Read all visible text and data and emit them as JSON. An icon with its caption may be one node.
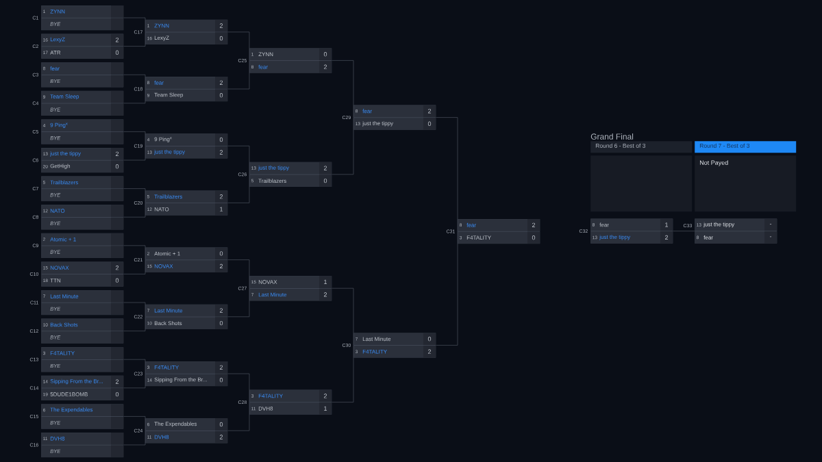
{
  "diagram": {
    "title": "Grand Final",
    "nodes": [
      {
        "text": [],
        "shape": "box",
        "beside": [
          "C1"
        ]
      },
      {
        "text": [
          "1",
          "ZYNN"
        ],
        "in": 0
      },
      {
        "text": [
          "BYE"
        ],
        "in": 0
      },
      {
        "text": [],
        "shape": "box",
        "beside": [
          "C2"
        ]
      },
      {
        "text": [
          "16",
          "LexyZ",
          "2"
        ],
        "in": 3
      },
      {
        "text": [
          "17",
          "ATR",
          "0"
        ],
        "in": 3
      },
      {
        "text": [],
        "shape": "box",
        "beside": [
          "C3"
        ]
      },
      {
        "text": [
          "8",
          "fear"
        ],
        "in": 6
      },
      {
        "text": [
          "BYE"
        ],
        "in": 6
      },
      {
        "text": [],
        "shape": "box",
        "beside": [
          "C4"
        ]
      },
      {
        "text": [
          "9",
          "Team Sleep"
        ],
        "in": 9
      },
      {
        "text": [
          "BYE"
        ],
        "in": 9
      },
      {
        "text": [],
        "shape": "box",
        "beside": [
          "C5"
        ]
      },
      {
        "text": [
          "4",
          "9 Ping$^{x}$"
        ],
        "in": 12
      },
      {
        "text": [
          "BYE"
        ],
        "in": 12
      },
      {
        "text": [],
        "shape": "box",
        "beside": [
          "C6"
        ]
      },
      {
        "text": [
          "13",
          "just the tippy",
          "2"
        ],
        "in": 15
      },
      {
        "text": [
          "20",
          "GetHigh",
          "0"
        ],
        "in": 15
      },
      {
        "text": [],
        "shape": "box",
        "beside": [
          "C7"
        ]
      },
      {
        "text": [
          "5",
          "Trailblazers"
        ],
        "in": 18
      },
      {
        "text": [
          "BYE"
        ],
        "in": 18
      },
      {
        "text": [],
        "shape": "box",
        "beside": [
          "C8"
        ]
      },
      {
        "text": [
          "12",
          "NATO"
        ],
        "in": 21
      },
      {
        "text": [
          "BYE"
        ],
        "in": 21
      },
      {
        "text": [],
        "shape": "box",
        "beside": [
          "C9"
        ]
      },
      {
        "text": [
          "2",
          "Atomic + 1"
        ],
        "in": 24
      },
      {
        "text": [
          "BYE"
        ],
        "in": 24
      },
      {
        "text": [],
        "shape": "box",
        "beside": [
          "C10"
        ]
      },
      {
        "text": [
          "15",
          "NOVAX",
          "2"
        ],
        "in": 27
      },
      {
        "text": [
          "18",
          "TTN",
          "0"
        ],
        "in": 27
      },
      {
        "text": [],
        "shape": "box",
        "beside": [
          "C11"
        ]
      },
      {
        "text": [
          "7",
          "Last Minute"
        ],
        "in": 30
      },
      {
        "text": [
          "BYE"
        ],
        "in": 30
      },
      {
        "text": [],
        "shape": "box",
        "beside": [
          "C12"
        ]
      },
      {
        "text": [
          "10",
          "Back Shots"
        ],
        "in": 33
      },
      {
        "text": [
          "BYE"
        ],
        "in": 33
      },
      {
        "text": [],
        "shape": "box",
        "beside": [
          "C13"
        ]
      },
      {
        "text": [
          "3",
          "F4TALITY"
        ],
        "in": 36
      },
      {
        "text": [
          "BYE"
        ],
        "in": 36
      },
      {
        "text": [],
        "shape": "box",
        "beside": [
          "C14"
        ]
      },
      {
        "text": [
          "14",
          "Sipping From the Br...",
          "2"
        ],
        "in": 39
      },
      {
        "text": [
          "19",
          "5DUDE1BOMB",
          "0"
        ],
        "in": 39
      },
      {
        "text": [],
        "shape": "box",
        "beside": [
          "C15"
        ]
      },
      {
        "text": [
          "6",
          "The Expendables"
        ],
        "in": 42
      },
      {
        "text": [
          "BYE"
        ],
        "in": 42
      },
      {
        "text": [],
        "shape": "box",
        "beside": [
          "C16"
        ]
      },
      {
        "text": [
          "11",
          "DVH8"
        ],
        "in": 45
      },
      {
        "text": [
          "BYE"
        ],
        "in": 45
      },
      {
        "text": [],
        "shape": "box",
        "beside": [
          "C17"
        ]
      },
      {
        "text": [
          "1",
          "ZYNN",
          "2"
        ],
        "in": 48
      },
      {
        "text": [
          "16",
          "LexyZ",
          "0"
        ],
        "in": 48
      },
      {
        "text": [],
        "shape": "box",
        "beside": [
          "C18"
        ]
      },
      {
        "text": [
          "8",
          "fear",
          "2"
        ],
        "in": 51
      },
      {
        "text": [
          "9",
          "Team Sleep",
          "0"
        ],
        "in": 51
      },
      {
        "text": [],
        "shape": "box",
        "beside": [
          "C19"
        ]
      },
      {
        "text": [
          "4",
          "9 Ping$^{x}$",
          "0"
        ],
        "in": 54
      },
      {
        "text": [
          "13",
          "just the tippy",
          "2"
        ],
        "in": 54
      },
      {
        "text": [],
        "shape": "box",
        "beside": [
          "C20"
        ]
      },
      {
        "text": [
          "5",
          "Trailblazers",
          "2"
        ],
        "in": 57
      },
      {
        "text": [
          "12",
          "NATO",
          "1"
        ],
        "in": 57
      },
      {
        "text": [],
        "shape": "box",
        "beside": [
          "C21"
        ]
      },
      {
        "text": [
          "2",
          "Atomic + 1",
          "0"
        ],
        "in": 60
      },
      {
        "text": [
          "15",
          "NOVAX",
          "2"
        ],
        "in": 60
      },
      {
        "text": [],
        "shape": "box",
        "beside": [
          "C22"
        ]
      },
      {
        "text": [
          "7",
          "Last Minute",
          "2"
        ],
        "in": 63
      },
      {
        "text": [
          "10",
          "Back Shots",
          "0"
        ],
        "in": 63
      },
      {
        "text": [],
        "shape": "box",
        "beside": [
          "C23"
        ]
      },
      {
        "text": [
          "3",
          "F4TALITY",
          "2"
        ],
        "in": 66
      },
      {
        "text": [
          "14",
          "Sipping From the Br...",
          "0"
        ],
        "in": 66
      },
      {
        "text": [],
        "shape": "box",
        "beside": [
          "C24"
        ]
      },
      {
        "text": [
          "6",
          "The Expendables",
          "0"
        ],
        "in": 69
      },
      {
        "text": [
          "11",
          "DVH8",
          "2"
        ],
        "in": 69
      },
      {
        "text": [],
        "shape": "box",
        "beside": [
          "C25"
        ]
      },
      {
        "text": [
          "1",
          "ZYNN",
          "0"
        ],
        "in": 72
      },
      {
        "text": [
          "8",
          "fear",
          "2"
        ],
        "in": 72
      },
      {
        "text": [],
        "shape": "box",
        "beside": [
          "C26"
        ]
      },
      {
        "text": [
          "13",
          "just the tippy",
          "2"
        ],
        "in": 75
      },
      {
        "text": [
          "5",
          "Trailblazers",
          "0"
        ],
        "in": 75
      },
      {
        "text": [],
        "shape": "box",
        "beside": [
          "C27"
        ]
      },
      {
        "text": [
          "15",
          "NOVAX",
          "1"
        ],
        "in": 78
      },
      {
        "text": [
          "7",
          "Last Minute",
          "2"
        ],
        "in": 78
      },
      {
        "text": [],
        "shape": "box",
        "beside": [
          "C28"
        ]
      },
      {
        "text": [
          "3",
          "F4TALITY",
          "2"
        ],
        "in": 81
      },
      {
        "text": [
          "11",
          "DVH8",
          "1"
        ],
        "in": 81
      },
      {
        "text": [],
        "shape": "box",
        "beside": [
          "C29"
        ]
      },
      {
        "text": [
          "8",
          "fear",
          "2"
        ],
        "in": 84
      },
      {
        "text": [
          "13",
          "just the tippy",
          "0"
        ],
        "in": 84
      },
      {
        "text": [],
        "shape": "box",
        "beside": [
          "C30"
        ]
      },
      {
        "text": [
          "7",
          "Last Minute",
          "0"
        ],
        "in": 87
      },
      {
        "text": [
          "3",
          "F4TALITY",
          "2"
        ],
        "in": 87
      },
      {
        "text": [],
        "shape": "box",
        "beside": [
          "C31"
        ]
      },
      {
        "text": [
          "8",
          "fear",
          "2"
        ],
        "in": 90
      },
      {
        "text": [
          "3",
          "F4TALITY",
          "0"
        ],
        "in": 90
      },
      {
        "text": [],
        "shape": "box",
        "beside": [
          "C32"
        ]
      },
      {
        "text": [
          "8",
          "fear",
          "1"
        ],
        "in": 93
      },
      {
        "text": [
          "13",
          "just the tippy",
          "2"
        ],
        "in": 93
      },
      {
        "text": [],
        "shape": "box",
        "beside": [
          "C33"
        ]
      },
      {
        "text": [
          "13",
          "just the tippy",
          "-"
        ],
        "in": 96
      },
      {
        "text": [
          "8",
          "fear",
          "-"
        ],
        "in": 96
      },
      {
        "text": [
          "Round 6 - Best of 3"
        ]
      },
      {
        "text": [
          "Round 7 - Best of 3"
        ]
      },
      {
        "text": [],
        "shape": "box"
      },
      {
        "text": [
          "Not Payed"
        ]
      }
    ],
    "edges": [
      {
        "from": 0,
        "to": 48,
        "arrow": "none"
      },
      {
        "from": 3,
        "to": 48,
        "arrow": "none"
      },
      {
        "from": 6,
        "to": 51,
        "arrow": "none"
      },
      {
        "from": 9,
        "to": 51,
        "arrow": "none"
      },
      {
        "from": 12,
        "to": 54,
        "arrow": "none"
      },
      {
        "from": 15,
        "to": 54,
        "arrow": "none"
      },
      {
        "from": 18,
        "to": 57,
        "arrow": "none"
      },
      {
        "from": 21,
        "to": 57,
        "arrow": "none"
      },
      {
        "from": 24,
        "to": 60,
        "arrow": "none"
      },
      {
        "from": 27,
        "to": 60,
        "arrow": "none"
      },
      {
        "from": 30,
        "to": 63,
        "arrow": "none"
      },
      {
        "from": 33,
        "to": 63,
        "arrow": "none"
      },
      {
        "from": 36,
        "to": 66,
        "arrow": "none"
      },
      {
        "from": 39,
        "to": 66,
        "arrow": "none"
      },
      {
        "from": 42,
        "to": 69,
        "arrow": "none"
      },
      {
        "from": 45,
        "to": 69,
        "arrow": "none"
      },
      {
        "from": 48,
        "to": 72,
        "arrow": "none"
      },
      {
        "from": 51,
        "to": 72,
        "arrow": "none"
      },
      {
        "from": 54,
        "to": 75,
        "arrow": "none"
      },
      {
        "from": 57,
        "to": 75,
        "arrow": "none"
      },
      {
        "from": 60,
        "to": 78,
        "arrow": "none"
      },
      {
        "from": 63,
        "to": 78,
        "arrow": "none"
      },
      {
        "from": 66,
        "to": 81,
        "arrow": "none"
      },
      {
        "from": 69,
        "to": 81,
        "arrow": "none"
      },
      {
        "from": 72,
        "to": 84,
        "arrow": "none"
      },
      {
        "from": 75,
        "to": 84,
        "arrow": "none"
      },
      {
        "from": 78,
        "to": 87,
        "arrow": "none"
      },
      {
        "from": 81,
        "to": 87,
        "arrow": "none"
      },
      {
        "from": 84,
        "to": 90,
        "arrow": "none"
      },
      {
        "from": 87,
        "to": 90,
        "arrow": "none"
      },
      {
        "from": 93,
        "to": 96,
        "arrow": "none"
      }
    ]
  }
}
